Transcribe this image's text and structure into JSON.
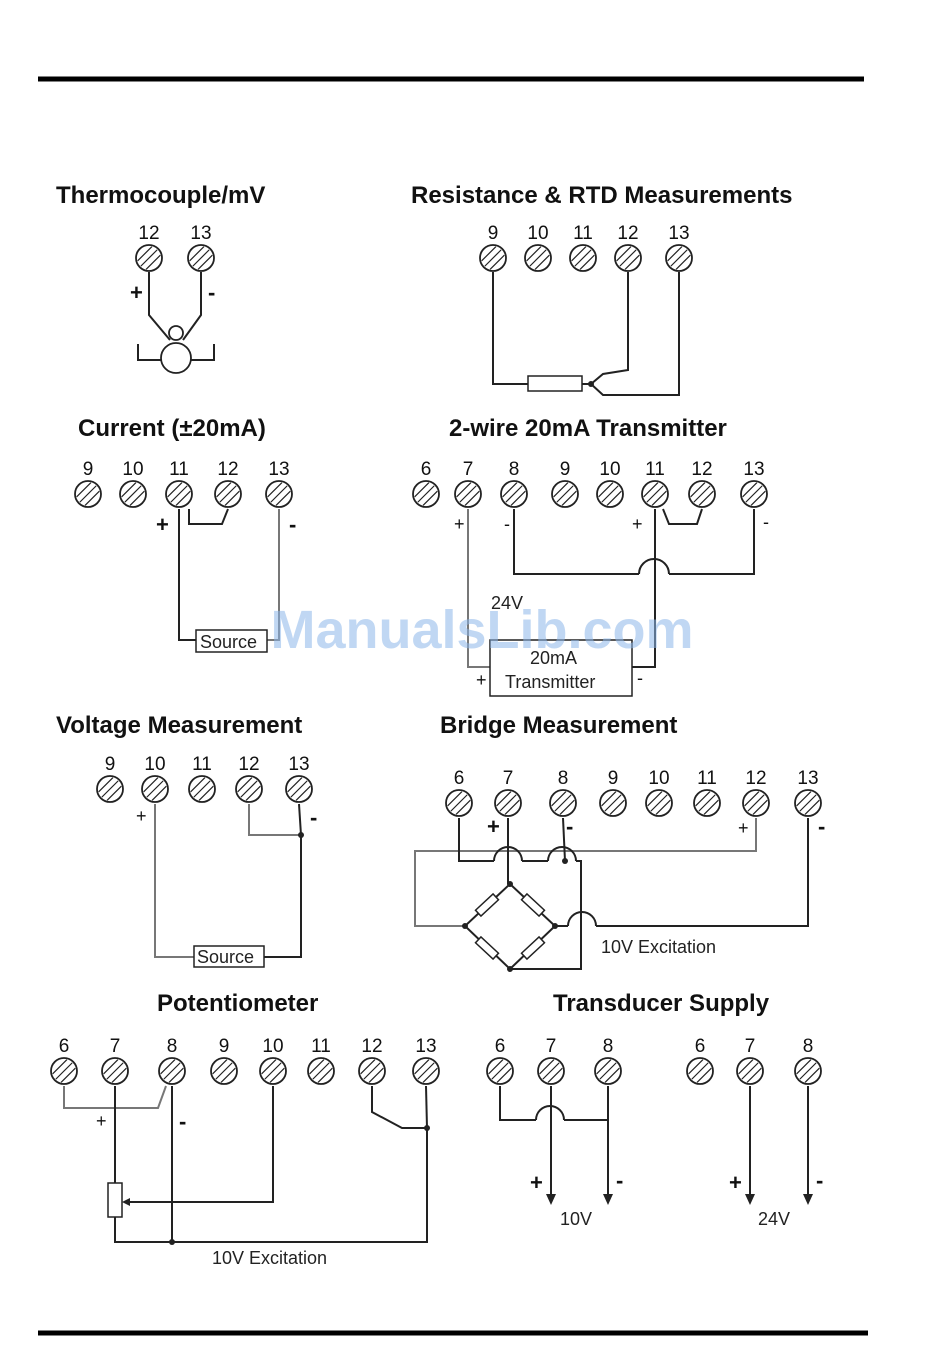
{
  "sections": {
    "thermocouple": {
      "title": "Thermocouple/mV",
      "terminals": [
        "12",
        "13"
      ],
      "plus": "+",
      "minus": "-"
    },
    "resistance": {
      "title": "Resistance & RTD Measurements",
      "terminals": [
        "9",
        "10",
        "11",
        "12",
        "13"
      ]
    },
    "current": {
      "title": "Current (±20mA)",
      "terminals": [
        "9",
        "10",
        "11",
        "12",
        "13"
      ],
      "plus": "+",
      "minus": "-",
      "source": "Source"
    },
    "transmitter": {
      "title": "2-wire 20mA Transmitter",
      "terminals": [
        "6",
        "7",
        "8",
        "9",
        "10",
        "11",
        "12",
        "13"
      ],
      "plus": "+",
      "minus": "-",
      "supply": "24V",
      "box_line1": "20mA",
      "box_line2": "Transmitter"
    },
    "voltage": {
      "title": "Voltage Measurement",
      "terminals": [
        "9",
        "10",
        "11",
        "12",
        "13"
      ],
      "plus": "+",
      "minus": "-",
      "source": "Source"
    },
    "bridge": {
      "title": "Bridge Measurement",
      "terminals": [
        "6",
        "7",
        "8",
        "9",
        "10",
        "11",
        "12",
        "13"
      ],
      "plus": "+",
      "minus": "-",
      "excitation": "10V Excitation"
    },
    "potentiometer": {
      "title": "Potentiometer",
      "terminals": [
        "6",
        "7",
        "8",
        "9",
        "10",
        "11",
        "12",
        "13"
      ],
      "plus": "+",
      "minus": "-",
      "excitation": "10V Excitation"
    },
    "transducer": {
      "title": "Transducer Supply",
      "terminals": [
        "6",
        "7",
        "8"
      ],
      "plus": "+",
      "minus": "-",
      "supply_a": "10V",
      "supply_b": "24V"
    }
  },
  "watermark": "ManualsLib.com"
}
